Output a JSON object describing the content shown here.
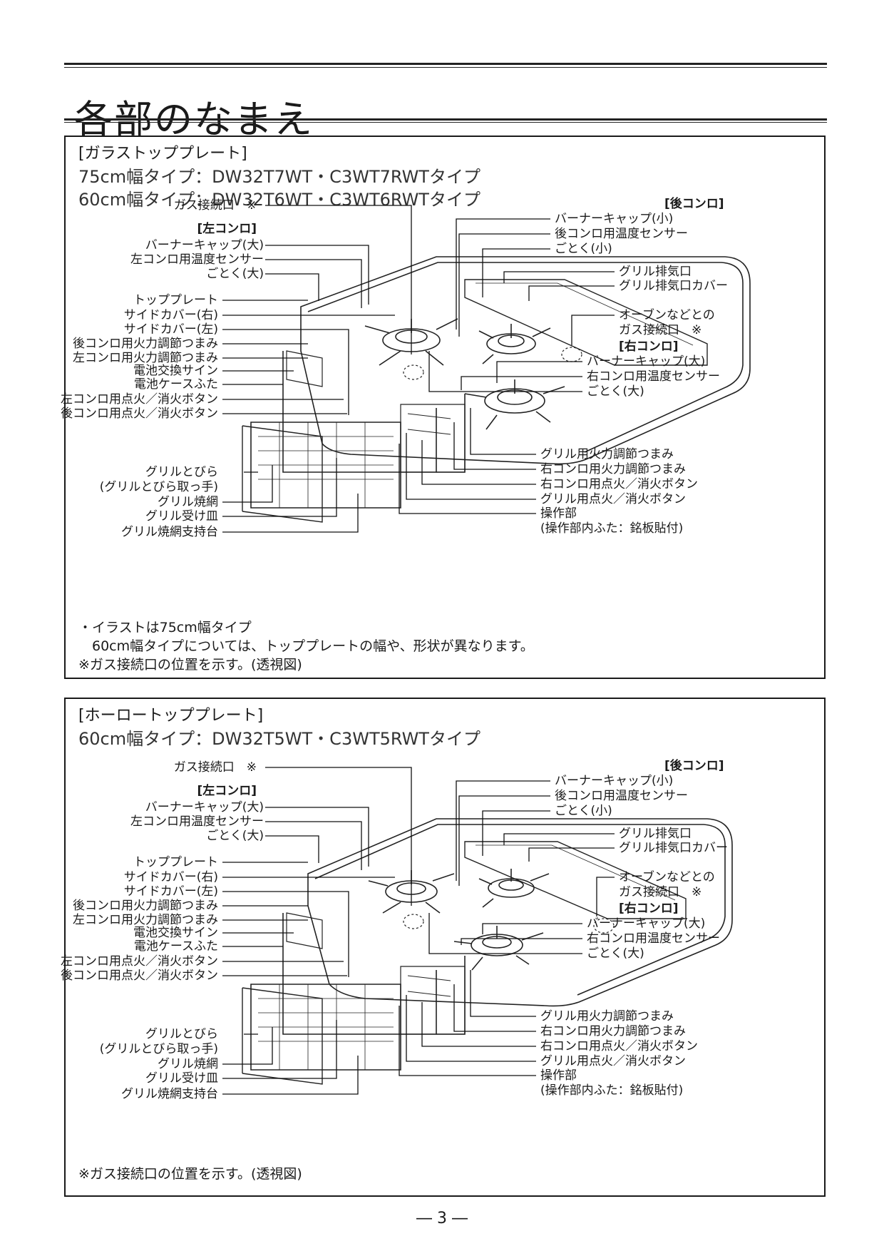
{
  "page": {
    "title": "各部のなまえ",
    "page_number": "― 3 ―"
  },
  "labels": {
    "gas_connection": "ガス接続口　※",
    "left_burner_header": "[左コンロ]",
    "burner_cap_large": "バーナーキャップ(大)",
    "left_temp_sensor": "左コンロ用温度センサー",
    "trivet_large": "ごとく(大)",
    "top_plate": "トッププレート",
    "side_cover_right": "サイドカバー(右)",
    "side_cover_left": "サイドカバー(左)",
    "back_burner_knob": "後コンロ用火力調節つまみ",
    "left_burner_knob": "左コンロ用火力調節つまみ",
    "battery_sign": "電池交換サイン",
    "battery_cover": "電池ケースふた",
    "left_ignition": "左コンロ用点火／消火ボタン",
    "back_ignition": "後コンロ用点火／消火ボタン",
    "grill_door": "グリルとびら",
    "grill_door_handle": "(グリルとびら取っ手)",
    "grill_net": "グリル焼網",
    "grill_pan": "グリル受け皿",
    "grill_net_support": "グリル焼網支持台",
    "back_burner_header": "[後コンロ]",
    "burner_cap_small": "バーナーキャップ(小)",
    "back_temp_sensor": "後コンロ用温度センサー",
    "trivet_small": "ごとく(小)",
    "grill_exhaust": "グリル排気口",
    "grill_exhaust_cover": "グリル排気口カバー",
    "oven_gas_1": "オーブンなどとの",
    "oven_gas_2": "ガス接続口　※",
    "right_burner_header": "[右コンロ]",
    "right_temp_sensor": "右コンロ用温度センサー",
    "grill_knob": "グリル用火力調節つまみ",
    "right_knob": "右コンロ用火力調節つまみ",
    "right_ignition": "右コンロ用点火／消火ボタン",
    "grill_ignition": "グリル用点火／消火ボタン",
    "control_panel": "操作部",
    "control_panel_note": "(操作部内ふた：銘板貼付)"
  },
  "glass": {
    "heading": "[ガラストッププレート]",
    "model_75": "75cm幅タイプ：DW32T7WT・C3WT7RWTタイプ",
    "model_60": "60cm幅タイプ：DW32T6WT・C3WT6RWTタイプ",
    "note_1": "・イラストは75cm幅タイプ",
    "note_2": "　60cm幅タイプについては、トッププレートの幅や、形状が異なります。",
    "note_3": "※ガス接続口の位置を示す。(透視図)"
  },
  "enamel": {
    "heading": "[ホーロートッププレート]",
    "model_60": "60cm幅タイプ：DW32T5WT・C3WT5RWTタイプ",
    "note_1": "※ガス接続口の位置を示す。(透視図)"
  }
}
